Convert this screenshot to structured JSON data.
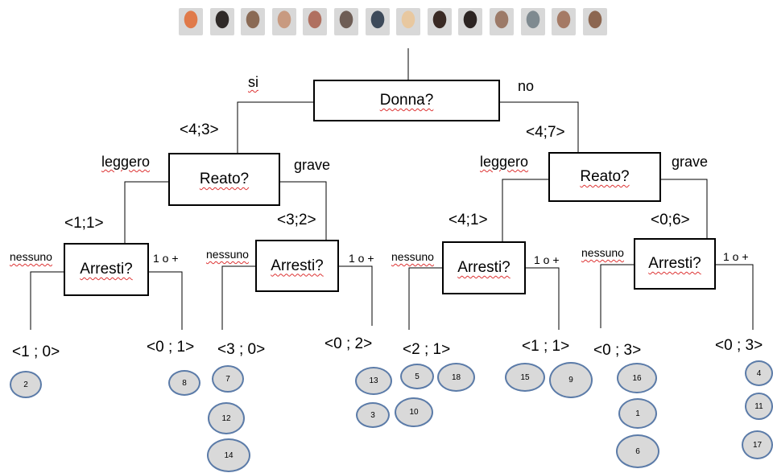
{
  "faces": [
    {
      "color": "#e07a4a"
    },
    {
      "color": "#2f2a28"
    },
    {
      "color": "#8a6a55"
    },
    {
      "color": "#c89a80"
    },
    {
      "color": "#b07060"
    },
    {
      "color": "#6e5d55"
    },
    {
      "color": "#3d4a5a"
    },
    {
      "color": "#e8c8a0"
    },
    {
      "color": "#3a2a24"
    },
    {
      "color": "#2c2422"
    },
    {
      "color": "#9c7a68"
    },
    {
      "color": "#7f8a90"
    },
    {
      "color": "#a57a65"
    },
    {
      "color": "#8c6650"
    }
  ],
  "root": {
    "question": "Donna?",
    "yes_label": "si",
    "no_label": "no"
  },
  "left_reato": {
    "counts": "<4;3>",
    "question": "Reato?",
    "left_label": "leggero",
    "right_label": "grave"
  },
  "right_reato": {
    "counts": "<4;7>",
    "question": "Reato?",
    "left_label": "leggero",
    "right_label": "grave"
  },
  "arresti_1": {
    "counts": "<1;1>",
    "question": "Arresti?",
    "left_label": "nessuno",
    "right_label": "1 o +"
  },
  "arresti_2": {
    "counts": "<3;2>",
    "question": "Arresti?",
    "left_label": "nessuno",
    "right_label": "1 o +"
  },
  "arresti_3": {
    "counts": "<4;1>",
    "question": "Arresti?",
    "left_label": "nessuno",
    "right_label": "1 o +"
  },
  "arresti_4": {
    "counts": "<0;6>",
    "question": "Arresti?",
    "left_label": "nessuno",
    "right_label": "1 o +"
  },
  "leaves": [
    {
      "counts": "<1 ; 0>",
      "ids": [
        "2"
      ]
    },
    {
      "counts": "<0 ; 1>",
      "ids": [
        "8"
      ]
    },
    {
      "counts": "<3 ;  0>",
      "ids": [
        "7",
        "12",
        "14"
      ]
    },
    {
      "counts": "<0 ; 2>",
      "ids": [
        "13",
        "3"
      ]
    },
    {
      "counts": "<2 ;  1>",
      "ids": [
        "5",
        "18",
        "10"
      ]
    },
    {
      "counts": "<1 ; 1>",
      "ids": [
        "15",
        "9"
      ]
    },
    {
      "counts": "<0 ; 3>",
      "ids": [
        "16",
        "1",
        "6"
      ]
    },
    {
      "counts": "<0 ; 3>",
      "ids": [
        "4",
        "11",
        "17"
      ]
    }
  ]
}
